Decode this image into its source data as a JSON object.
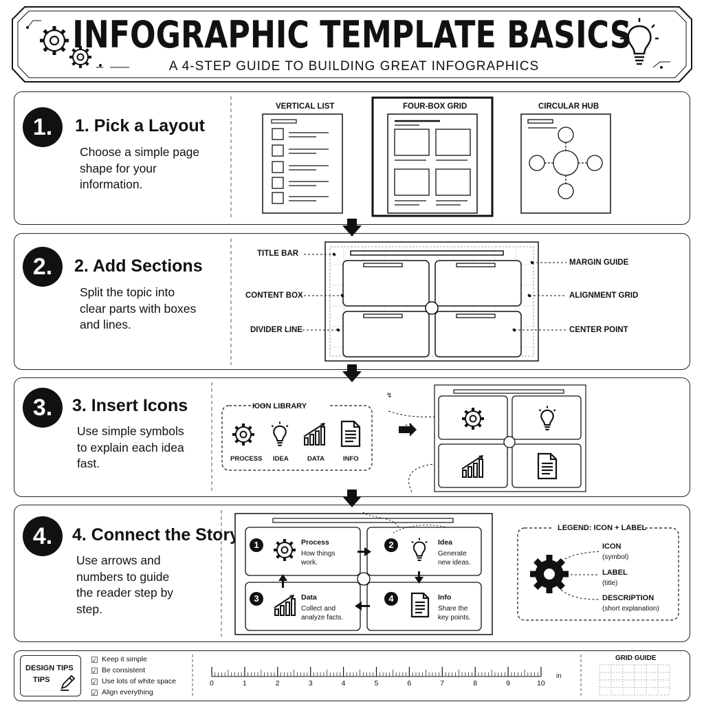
{
  "header": {
    "title": "INFOGRAPHIC TEMPLATE BASICS",
    "subtitle": "A 4-STEP GUIDE TO BUILDING GREAT INFOGRAPHICS"
  },
  "steps": [
    {
      "number": "1.",
      "title": "1. Pick a Layout",
      "description": "Choose a simple page shape for your information.",
      "layouts": [
        "VERTICAL LIST",
        "FOUR-BOX GRID",
        "CIRCULAR HUB"
      ]
    },
    {
      "number": "2.",
      "title": "2. Add Sections",
      "description": "Split the topic into clear parts with boxes and lines.",
      "callouts_left": [
        "TITLE BAR",
        "CONTENT BOX",
        "DIVIDER LINE"
      ],
      "callouts_right": [
        "MARGIN GUIDE",
        "ALIGNMENT GRID",
        "CENTER POINT"
      ]
    },
    {
      "number": "3.",
      "title": "3. Insert Icons",
      "description": "Use simple symbols to explain each idea fast.",
      "library_title": "ICON LIBRARY",
      "icons": [
        {
          "label": "PROCESS",
          "icon": "gear-icon"
        },
        {
          "label": "IDEA",
          "icon": "lightbulb-icon"
        },
        {
          "label": "DATA",
          "icon": "bar-chart-icon"
        },
        {
          "label": "INFO",
          "icon": "document-icon"
        }
      ]
    },
    {
      "number": "4.",
      "title": "4. Connect the Story",
      "description": "Use arrows and numbers to guide the reader step by step.",
      "boxes": [
        {
          "num": "1",
          "title": "Process",
          "text1": "How things",
          "text2": "work."
        },
        {
          "num": "2",
          "title": "Idea",
          "text1": "Generate",
          "text2": "new ideas."
        },
        {
          "num": "3",
          "title": "Data",
          "text1": "Collect and",
          "text2": "analyze facts."
        },
        {
          "num": "4",
          "title": "Info",
          "text1": "Share the",
          "text2": "key points."
        }
      ],
      "legend": {
        "title": "LEGEND: ICON + LABEL",
        "icon_label": "ICON",
        "icon_sub": "(symbol)",
        "label_label": "LABEL",
        "label_sub": "(title)",
        "desc_label": "DESCRIPTION",
        "desc_sub": "(short explanation)"
      }
    }
  ],
  "footer": {
    "design_tips_line1": "DESIGN TIPS",
    "design_tips_line2": "TIPS",
    "tips": [
      "Keep it simple",
      "Be consistent",
      "Use lots of white space",
      "Align everything"
    ],
    "ruler_numbers": [
      "0",
      "1",
      "2",
      "3",
      "4",
      "5",
      "6",
      "7",
      "8",
      "9",
      "10"
    ],
    "ruler_unit": "in",
    "grid_guide": "GRID GUIDE"
  }
}
